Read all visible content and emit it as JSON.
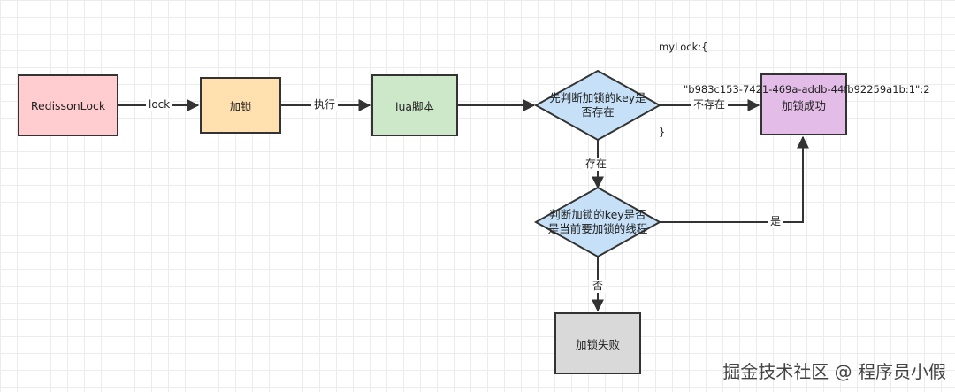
{
  "nodes": {
    "redisson_lock": "RedissonLock",
    "add_lock": "加锁",
    "lua_script": "lua脚本",
    "check_key_exists": "先判断加锁的key是\n否存在",
    "check_thread": "判断加锁的key是否\n是当前要加锁的线程",
    "lock_success": "加锁成功",
    "lock_fail": "加锁失败"
  },
  "edges": {
    "lock": "lock",
    "execute": "执行",
    "not_exists": "不存在",
    "exists": "存在",
    "yes": "是",
    "no": "否"
  },
  "note": {
    "line1": "myLock:{",
    "line2": "\"b983c153-7421-469a-addb-44fb92259a1b:1\":2",
    "line3": "}"
  },
  "watermark": "掘金技术社区 @ 程序员小假",
  "colors": {
    "redisson_lock": "#ffccd0",
    "add_lock": "#ffe0ae",
    "lua_script": "#cde8c9",
    "diamond": "#c5e0f7",
    "lock_success": "#e3bde8",
    "lock_fail": "#d9d9d9"
  }
}
